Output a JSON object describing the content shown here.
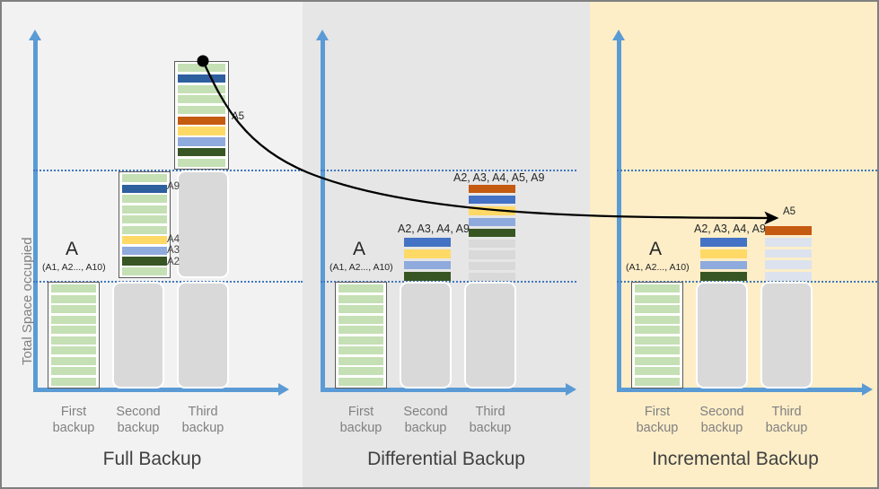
{
  "meta": {
    "y_axis_label": "Total Space occupied",
    "colors": {
      "axis": "#5b9bd5",
      "gridline": "#3f77c0",
      "ghost_bar": "#d9d9d9",
      "green": "#c5e0b4",
      "dark_blue": "#2e5f9e",
      "orange": "#c55a11",
      "yellow": "#ffd966",
      "light_blue": "#8faadc",
      "dark_green": "#375623",
      "blue": "#4472c4",
      "gray_stripe": "#d9d9d9",
      "pale_gray_stripe": "#dce3ef",
      "panel_full_bg": "#f2f2f2",
      "panel_diff_bg": "#e6e6e6",
      "panel_incr_bg": "#fdeec8"
    }
  },
  "annotation": {
    "curve_start_label": "A5",
    "curve_end_label": "A5"
  },
  "panels": [
    {
      "id": "full",
      "title": "Full Backup",
      "xticks": [
        "First\nbackup",
        "Second\nbackup",
        "Third\nbackup"
      ],
      "bars": [
        {
          "name": "first-backup-bar",
          "big_label": "A",
          "sub_label": "(A1, A2..., A10)",
          "stripes": [
            "green",
            "green",
            "green",
            "green",
            "green",
            "green",
            "green",
            "green",
            "green",
            "green"
          ],
          "side_labels": []
        },
        {
          "name": "second-backup-bar",
          "stripes": [
            "green",
            "dark_blue",
            "green",
            "green",
            "green",
            "green",
            "yellow",
            "light_blue",
            "dark_green",
            "green"
          ],
          "side_labels": [
            "A9",
            "A4",
            "A3",
            "A2"
          ]
        },
        {
          "name": "third-backup-bar",
          "stripes": [
            "green",
            "dark_blue",
            "green",
            "green",
            "green",
            "orange",
            "yellow",
            "light_blue",
            "dark_green",
            "green"
          ],
          "side_labels": [
            "A5"
          ]
        }
      ]
    },
    {
      "id": "differential",
      "title": "Differential Backup",
      "xticks": [
        "First\nbackup",
        "Second\nbackup",
        "Third\nbackup"
      ],
      "bars": [
        {
          "name": "first-backup-bar",
          "big_label": "A",
          "sub_label": "(A1, A2..., A10)",
          "stripes": [
            "green",
            "green",
            "green",
            "green",
            "green",
            "green",
            "green",
            "green",
            "green",
            "green"
          ],
          "header": ""
        },
        {
          "name": "second-backup-bar",
          "header": "A2, A3, A4, A9",
          "stripes": [
            "blue",
            "yellow",
            "light_blue",
            "dark_green"
          ]
        },
        {
          "name": "third-backup-bar",
          "header": "A2, A3, A4, A5, A9",
          "stripes": [
            "orange",
            "blue",
            "yellow",
            "light_blue",
            "dark_green",
            "gray_stripe",
            "gray_stripe",
            "gray_stripe",
            "gray_stripe"
          ]
        }
      ]
    },
    {
      "id": "incremental",
      "title": "Incremental Backup",
      "xticks": [
        "First\nbackup",
        "Second\nbackup",
        "Third\nbackup"
      ],
      "bars": [
        {
          "name": "first-backup-bar",
          "big_label": "A",
          "sub_label": "(A1, A2..., A10)",
          "stripes": [
            "green",
            "green",
            "green",
            "green",
            "green",
            "green",
            "green",
            "green",
            "green",
            "green"
          ],
          "header": ""
        },
        {
          "name": "second-backup-bar",
          "header": "A2, A3, A4, A9",
          "stripes": [
            "blue",
            "yellow",
            "light_blue",
            "dark_green"
          ]
        },
        {
          "name": "third-backup-bar",
          "header": "",
          "stripes": [
            "orange",
            "pale_gray_stripe",
            "pale_gray_stripe",
            "pale_gray_stripe",
            "pale_gray_stripe"
          ]
        }
      ]
    }
  ]
}
